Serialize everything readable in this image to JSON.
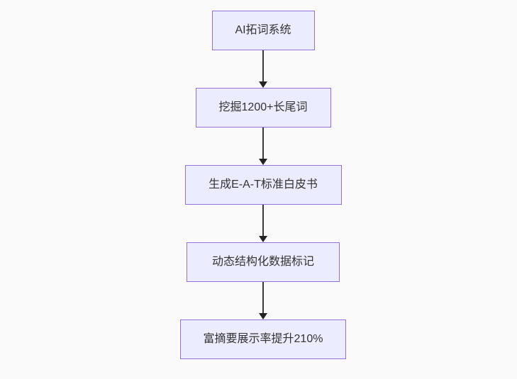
{
  "diagram": {
    "type": "flowchart",
    "direction": "top-down",
    "nodes": [
      {
        "id": "n1",
        "label": "AI拓词系统"
      },
      {
        "id": "n2",
        "label": "挖掘1200+长尾词"
      },
      {
        "id": "n3",
        "label": "生成E-A-T标准白皮书"
      },
      {
        "id": "n4",
        "label": "动态结构化数据标记"
      },
      {
        "id": "n5",
        "label": "富摘要展示率提升210%"
      }
    ],
    "edges": [
      {
        "from": "n1",
        "to": "n2",
        "style": "arrow-down"
      },
      {
        "from": "n2",
        "to": "n3",
        "style": "arrow-down"
      },
      {
        "from": "n3",
        "to": "n4",
        "style": "arrow-down"
      },
      {
        "from": "n4",
        "to": "n5",
        "style": "arrow-down"
      }
    ],
    "colors": {
      "node_fill": "#ececff",
      "node_border": "#9370db",
      "node_text": "#333333",
      "arrow": "#333333",
      "background": "#fafafa"
    }
  }
}
